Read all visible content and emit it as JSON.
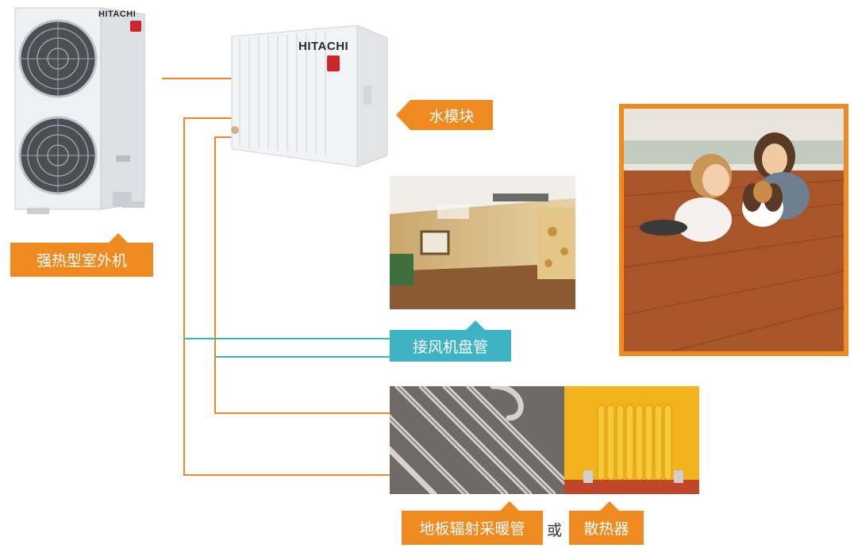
{
  "outdoor_unit": {
    "brand": "HITACHI",
    "label": "强热型室外机"
  },
  "water_module": {
    "brand": "HITACHI",
    "label": "水模块"
  },
  "fan_coil": {
    "label": "接风机盘管"
  },
  "floor_heating": {
    "label": "地板辐射采暖管"
  },
  "connector": {
    "text": "或"
  },
  "radiator": {
    "label": "散热器"
  },
  "colors": {
    "orange": "#ee8a1f",
    "teal": "#3eb3c4"
  }
}
